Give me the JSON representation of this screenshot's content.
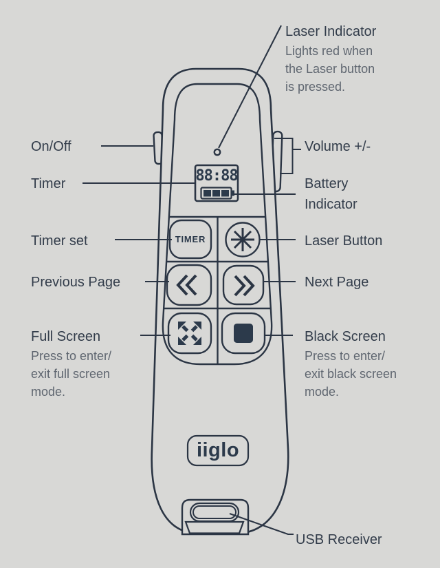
{
  "device": {
    "brand": "iiglo",
    "display_time": "88:88",
    "timer_button_label": "TIMER"
  },
  "labels": {
    "laser_indicator": {
      "title": "Laser Indicator",
      "desc": [
        "Lights red when",
        "the Laser button",
        "is pressed."
      ]
    },
    "on_off": "On/Off",
    "timer": "Timer",
    "timer_set": "Timer set",
    "previous_page": "Previous Page",
    "full_screen": {
      "title": "Full Screen",
      "desc": [
        "Press to enter/",
        "exit full screen",
        "mode."
      ]
    },
    "volume": "Volume +/-",
    "battery": [
      "Battery",
      "Indicator"
    ],
    "laser_button": "Laser Button",
    "next_page": "Next Page",
    "black_screen": {
      "title": "Black Screen",
      "desc": [
        "Press to enter/",
        "exit black screen",
        "mode."
      ]
    },
    "usb_receiver": "USB Receiver"
  },
  "colors": {
    "background": "#d8d8d6",
    "line": "#2b3544",
    "heading_text": "#333d4b",
    "sub_text": "#5f6670",
    "fill_dark": "#2c3a4b"
  }
}
